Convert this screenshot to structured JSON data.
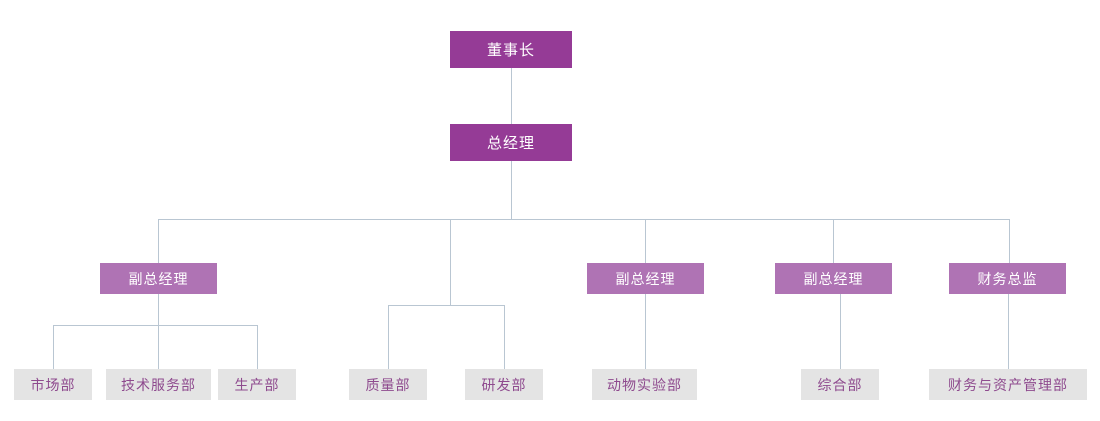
{
  "chart_data": {
    "type": "diagram",
    "diagram_type": "organization-chart",
    "title": "",
    "colors": {
      "level1_bg": "#953b96",
      "level1_text": "#ffffff",
      "level2_bg": "#af73b4",
      "level2_text": "#ffffff",
      "level3_bg": "#e4e4e4",
      "level3_text": "#8e4a8e",
      "connector": "#b9c6d2",
      "page_bg": "#ffffff"
    },
    "levels": 3,
    "node_count": 15
  },
  "nodes": {
    "chairman": {
      "label": "董事长",
      "level": 1
    },
    "general_manager": {
      "label": "总经理",
      "level": 1
    },
    "vp1": {
      "label": "副总经理",
      "level": 2
    },
    "vp2": {
      "label": "副总经理",
      "level": 2
    },
    "vp3": {
      "label": "副总经理",
      "level": 2
    },
    "cfo": {
      "label": "财务总监",
      "level": 2
    },
    "market_dept": {
      "label": "市场部",
      "level": 3
    },
    "tech_service_dept": {
      "label": "技术服务部",
      "level": 3
    },
    "production_dept": {
      "label": "生产部",
      "level": 3
    },
    "quality_dept": {
      "label": "质量部",
      "level": 3
    },
    "rd_dept": {
      "label": "研发部",
      "level": 3
    },
    "animal_lab_dept": {
      "label": "动物实验部",
      "level": 3
    },
    "general_affairs_dept": {
      "label": "综合部",
      "level": 3
    },
    "finance_asset_dept": {
      "label": "财务与资产管理部",
      "level": 3
    }
  }
}
